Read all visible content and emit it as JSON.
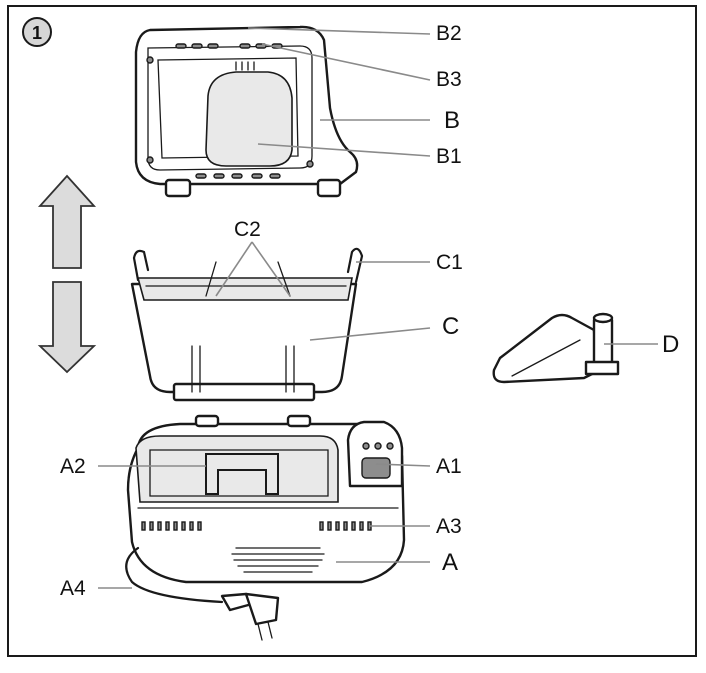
{
  "figure_number": "1",
  "labels": {
    "B2": "B2",
    "B3": "B3",
    "B": "B",
    "B1": "B1",
    "C2": "C2",
    "C1": "C1",
    "C": "C",
    "D": "D",
    "A2": "A2",
    "A1": "A1",
    "A3": "A3",
    "A": "A",
    "A4": "A4"
  }
}
